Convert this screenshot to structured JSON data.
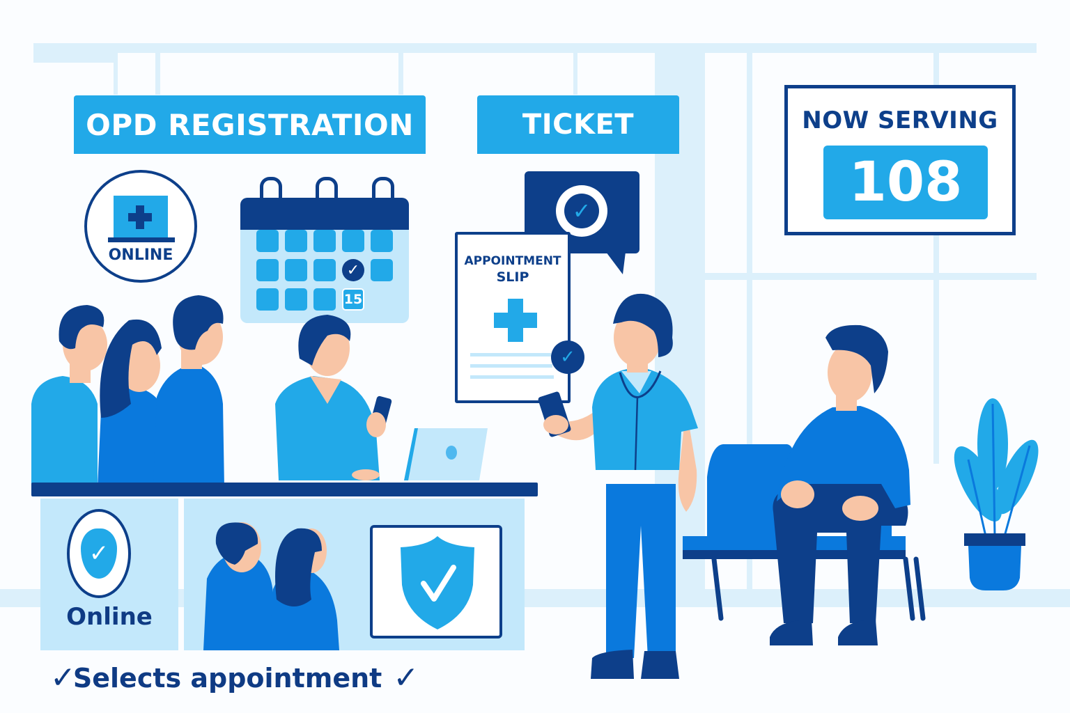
{
  "scene": {
    "title": "OPD registration and queue illustration",
    "colors": {
      "background": "#fbfdff",
      "window_frame": "#dcf0fb",
      "sky_blue": "#22a9e8",
      "royal_blue": "#0a79dd",
      "navy": "#0d3f8a",
      "light_blue_panel": "#c3e8fb",
      "skin": "#f8c5a6"
    }
  },
  "signs": {
    "registration": "OPD REGISTRATION",
    "ticket": "TICKET"
  },
  "queue_display": {
    "heading": "NOW SERVING",
    "number": "108"
  },
  "online_badge": {
    "label": "ONLINE",
    "icon": "laptop-medical-cross-icon"
  },
  "calendar": {
    "icon": "calendar-icon",
    "highlighted_day": "15",
    "checked_cell": "check-icon"
  },
  "appointment_slip": {
    "title_line1": "APPOINTMENT",
    "title_line2": "SLIP",
    "icon": "medical-cross-icon",
    "badge": "check-icon"
  },
  "speech_bubble": {
    "icon": "check-circle-icon"
  },
  "counter": {
    "panel_left_label": "Online",
    "panel_left_icon": "shield-check-icon",
    "panel_right_icon": "shield-check-icon"
  },
  "caption": {
    "text": "Selects appointment",
    "leading_icon": "checkmark-icon",
    "trailing_icon": "checkmark-icon"
  },
  "people": [
    {
      "role": "patient-in-queue-1"
    },
    {
      "role": "patient-in-queue-2"
    },
    {
      "role": "patient-in-queue-3"
    },
    {
      "role": "receptionist-with-phone"
    },
    {
      "role": "nurse-holding-phone"
    },
    {
      "role": "seated-patient"
    }
  ],
  "decor": {
    "plant": "potted-plant-icon",
    "chairs": "waiting-bench"
  }
}
